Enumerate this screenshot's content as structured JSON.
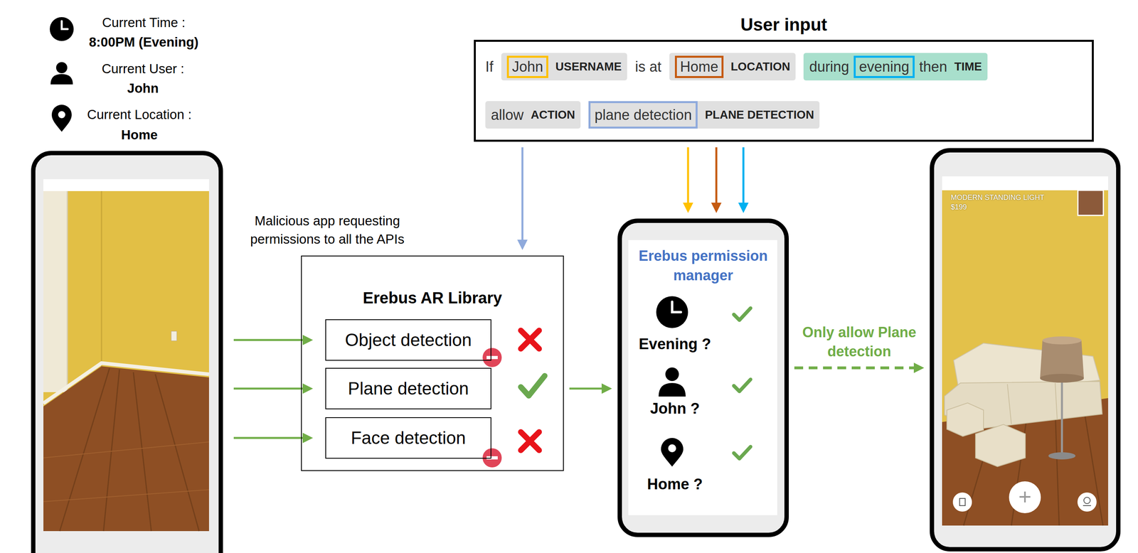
{
  "diagram": {
    "nodes": [
      {
        "text": [
          "User input",
          "If",
          "is at"
        ]
      },
      {
        "text": [
          "USERNAME"
        ],
        "in": 0
      },
      {
        "text": [
          "John"
        ],
        "in": 1
      },
      {
        "text": [
          "LOCATION"
        ],
        "in": 0
      },
      {
        "text": [
          "Home"
        ],
        "in": 3
      },
      {
        "text": [
          "during",
          "then",
          "TIME"
        ],
        "in": 0
      },
      {
        "text": [
          "evening"
        ],
        "in": 5
      },
      {
        "text": [
          "allow",
          "ACTION"
        ],
        "in": 0
      },
      {
        "text": [
          "PLANE DETECTION"
        ],
        "in": 0
      },
      {
        "text": [
          "plane detection"
        ],
        "in": 8
      },
      {
        "text": [
          "Erebus AR Library"
        ]
      },
      {
        "text": [
          "Object detection"
        ],
        "in": 10
      },
      {
        "text": [
          "Plane detection"
        ],
        "in": 10
      },
      {
        "text": [
          "Face detection"
        ],
        "in": 10
      },
      {
        "text": [
          "Erebus permission manager",
          "Evening ?",
          "John ?",
          "Home ?"
        ]
      },
      {
        "text": [
          "MODERN STANDING LIGHT",
          "$199",
          "+"
        ]
      }
    ],
    "edges": [
      {
        "from": 0,
        "to": 10,
        "arrow": "to"
      },
      {
        "from": 0,
        "to": 14,
        "arrow": "to"
      },
      {
        "from": 0,
        "to": 14,
        "arrow": "to"
      },
      {
        "from": 0,
        "to": 14,
        "arrow": "to"
      },
      {
        "from": 10,
        "to": 14,
        "arrow": "to"
      },
      {
        "from": 14,
        "to": 15,
        "label": "Only allow Plane detection",
        "arrow": "to"
      }
    ],
    "labels": [
      "Current Time :",
      "8:00PM (Evening)",
      "Current User :",
      "John",
      "Current Location :",
      "Home",
      "Malicious app requesting permissions to all the APIs"
    ]
  }
}
